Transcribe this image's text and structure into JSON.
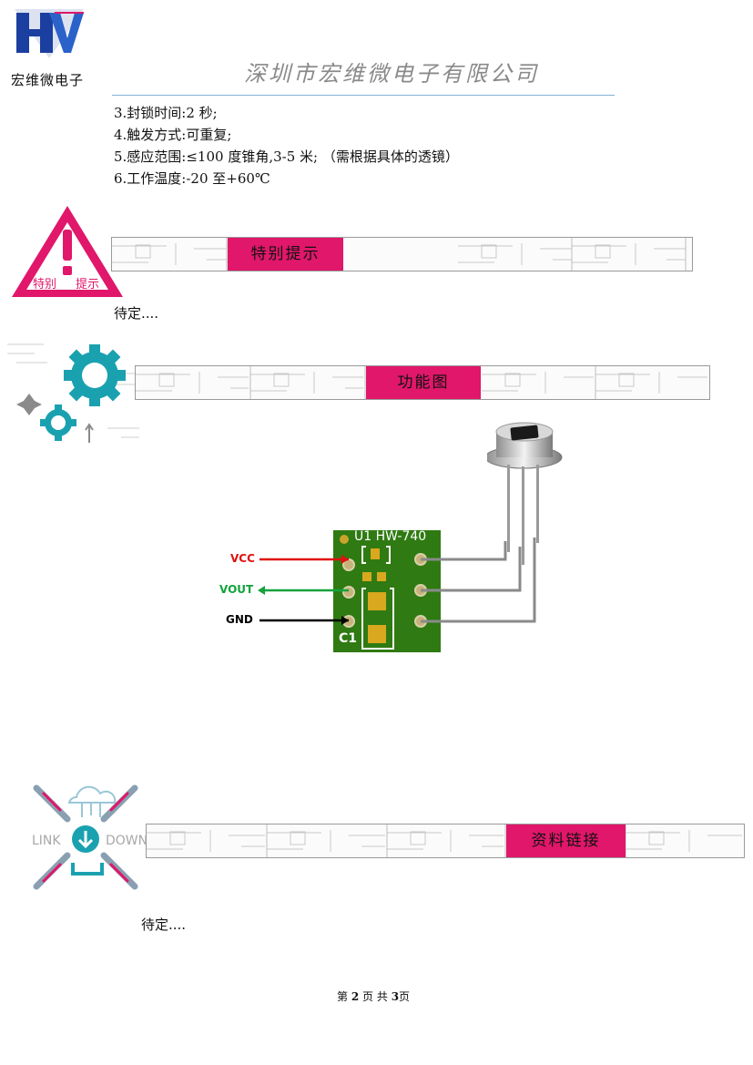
{
  "header": {
    "logo_caption": "宏维微电子",
    "company_name": "深圳市宏维微电子有限公司"
  },
  "specs": [
    "3.封锁时间:2 秒;",
    "4.触发方式:可重复;",
    "5.感应范围:≤100 度锥角,3-5 米; （需根据具体的透镜）",
    "6.工作温度:-20 至+60℃"
  ],
  "section_notice": {
    "icon_text_left": "特别",
    "icon_text_right": "提示",
    "title": "特别提示",
    "body": "待定...."
  },
  "section_diagram": {
    "title": "功能图",
    "board_label": "U1 HW-740",
    "c1_label": "C1",
    "pins": [
      {
        "name": "VCC",
        "color": "#e01010"
      },
      {
        "name": "VOUT",
        "color": "#13a33c"
      },
      {
        "name": "GND",
        "color": "#000000"
      }
    ]
  },
  "section_links": {
    "icon_left": "LINK",
    "icon_right": "DOWN",
    "title": "资料链接",
    "body": "待定...."
  },
  "footer": {
    "prefix": "第",
    "page": "2",
    "mid": "页 共",
    "total": "3",
    "suffix": "页"
  },
  "colors": {
    "accent": "#e0176a",
    "teal": "#1aa1b0",
    "rule": "#7fb3d8"
  }
}
